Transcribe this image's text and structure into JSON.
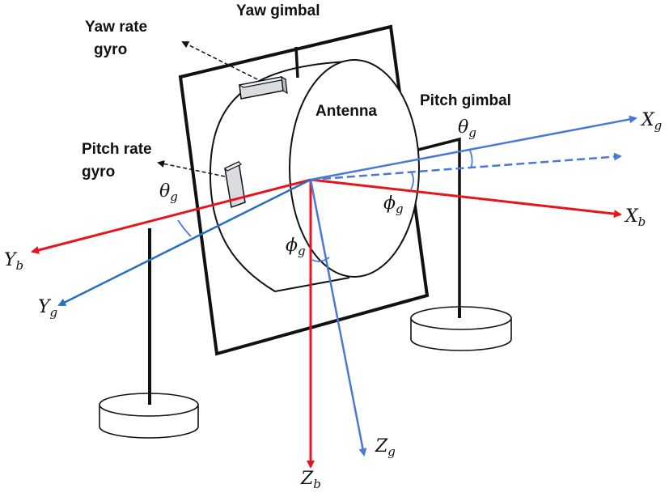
{
  "labels": {
    "yaw_gimbal": "Yaw gimbal",
    "yaw_rate_gyro_line1": "Yaw rate",
    "yaw_rate_gyro_line2": "gyro",
    "pitch_rate_gyro_line1": "Pitch rate",
    "pitch_rate_gyro_line2": "gyro",
    "antenna": "Antenna",
    "pitch_gimbal": "Pitch gimbal"
  },
  "axes": {
    "xg": {
      "base": "X",
      "sub": "g"
    },
    "xb": {
      "base": "X",
      "sub": "b"
    },
    "yb": {
      "base": "Y",
      "sub": "b"
    },
    "yg": {
      "base": "Y",
      "sub": "g"
    },
    "zb": {
      "base": "Z",
      "sub": "b"
    },
    "zg": {
      "base": "Z",
      "sub": "g"
    }
  },
  "angles": {
    "theta_right": {
      "base": "θ",
      "sub": "g"
    },
    "theta_left": {
      "base": "θ",
      "sub": "g"
    },
    "phi_right": {
      "base": "ϕ",
      "sub": "g"
    },
    "phi_center": {
      "base": "ϕ",
      "sub": "g"
    }
  },
  "colors": {
    "body_frame": "#e8141c",
    "gimbal_frame_light": "#4a78d8",
    "gimbal_frame_dark": "#2a6ec0",
    "structure": "#111111"
  }
}
